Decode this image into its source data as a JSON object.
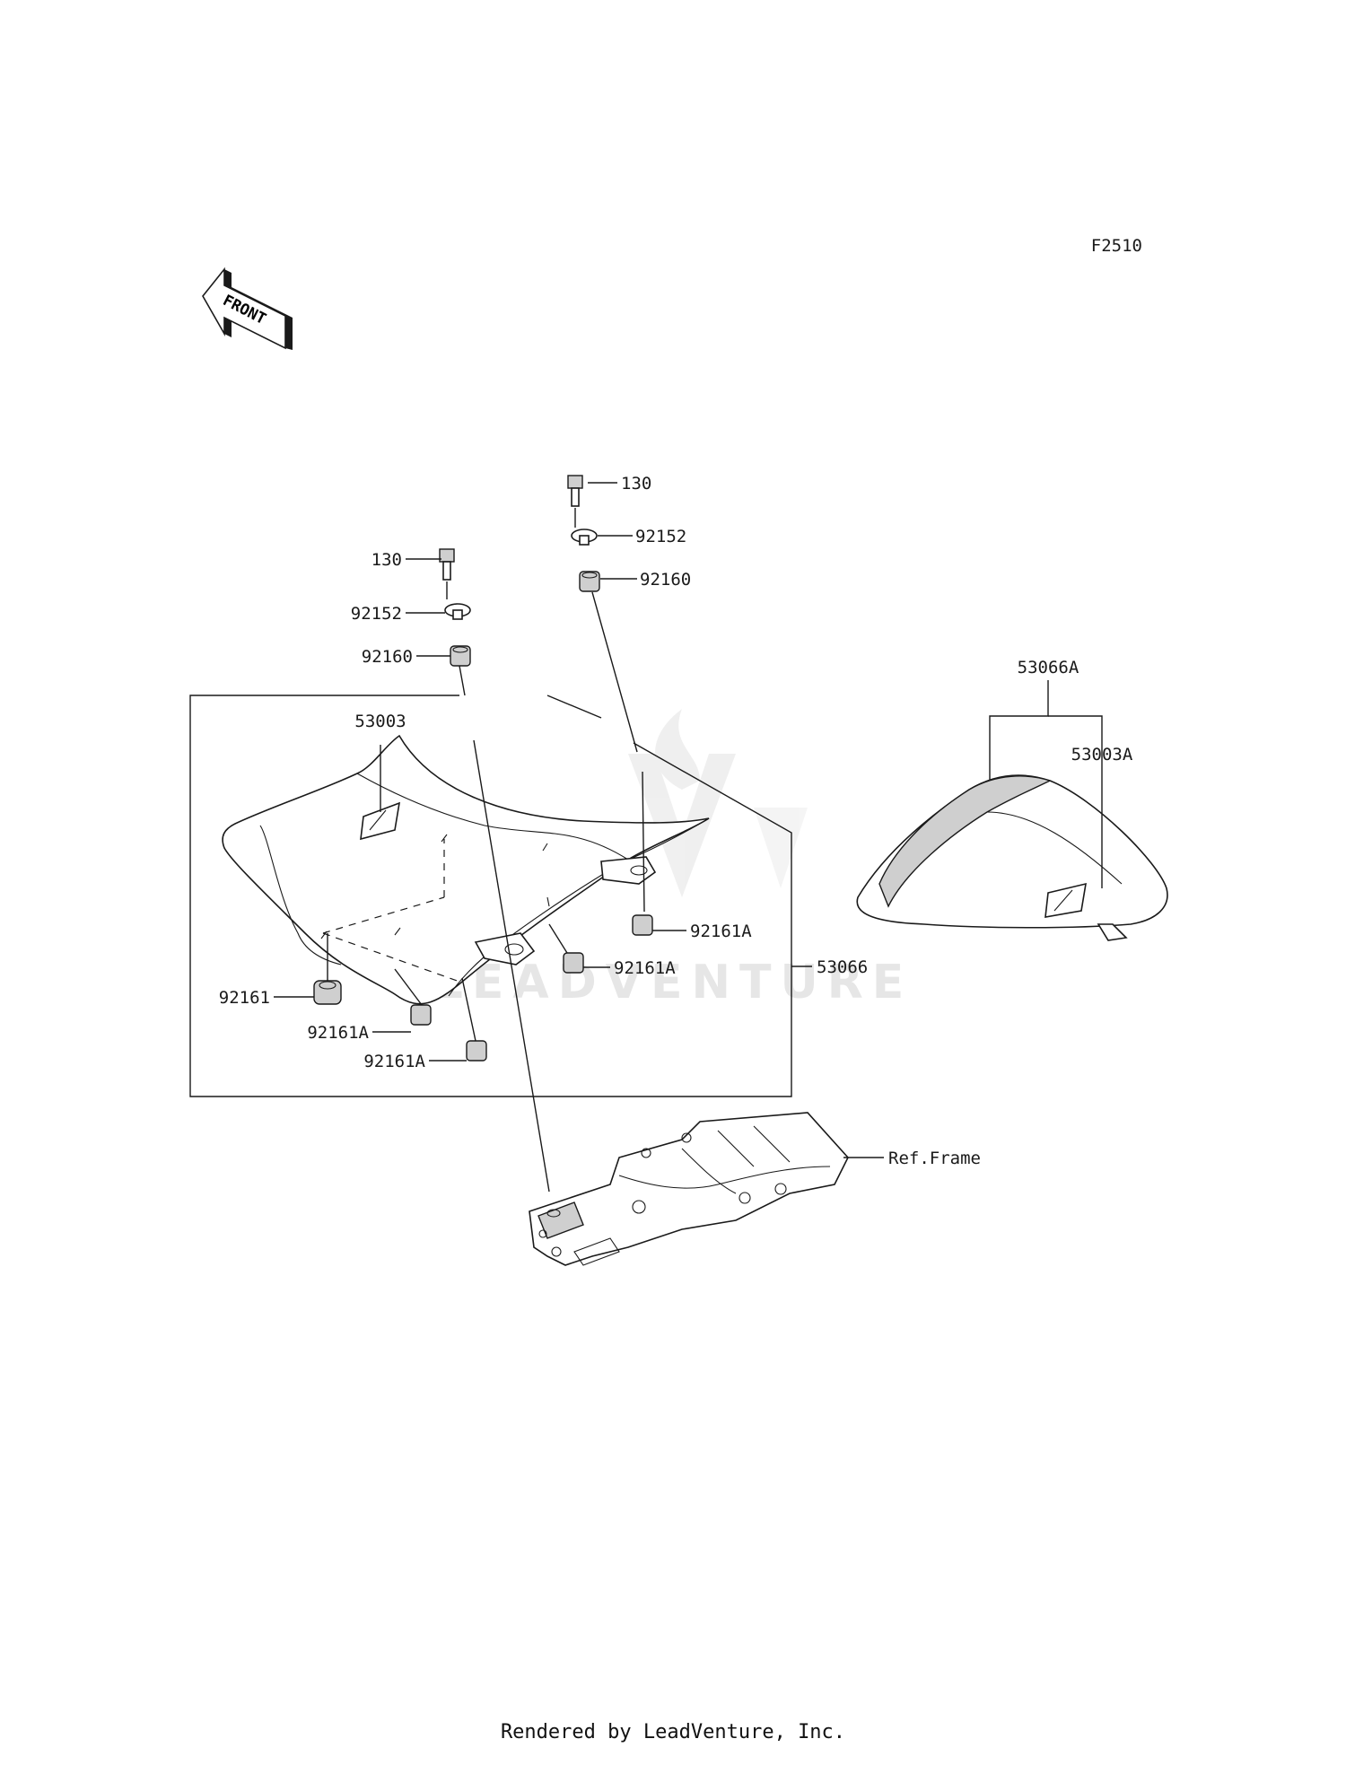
{
  "diagram_code": "F2510",
  "front_arrow_label": "FRONT",
  "watermark": "LEADVENTURE",
  "footer": "Rendered by LeadVenture, Inc.",
  "callouts": {
    "bolt_left": "130",
    "collar_left": "92152",
    "damper_left": "92160",
    "bolt_right": "130",
    "collar_right": "92152",
    "damper_right": "92160",
    "seat": "53003",
    "seat_assy": "53066",
    "damper_front": "92161",
    "damper_a1": "92161A",
    "damper_a2": "92161A",
    "damper_a3": "92161A",
    "damper_a4": "92161A",
    "rear_seat_assy": "53066A",
    "rear_seat": "53003A",
    "frame": "Ref.Frame"
  }
}
